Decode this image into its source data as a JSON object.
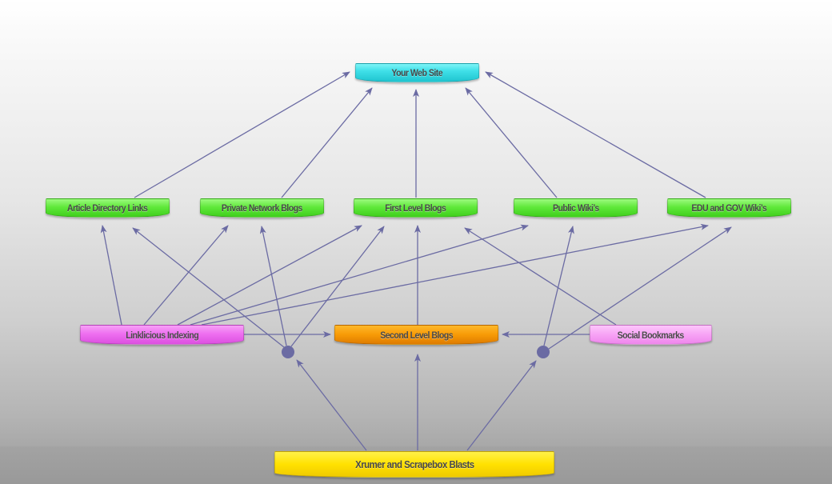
{
  "diagram": {
    "nodes": {
      "website": {
        "label": "Your Web Site",
        "color": "#3fe0e8"
      },
      "article_directory": {
        "label": "Article Directory Links",
        "color": "#5fe83a"
      },
      "private_network": {
        "label": "Private Network Blogs",
        "color": "#5fe83a"
      },
      "first_level": {
        "label": "First Level Blogs",
        "color": "#5fe83a"
      },
      "public_wikis": {
        "label": "Public Wiki’s",
        "color": "#5fe83a"
      },
      "edu_gov_wikis": {
        "label": "EDU and GOV Wiki’s",
        "color": "#5fe83a"
      },
      "linklicious": {
        "label": "Linklicious Indexing",
        "color": "#ee6ff0"
      },
      "second_level": {
        "label": "Second Level Blogs",
        "color": "#f79a06"
      },
      "social_bookmarks": {
        "label": "Social Bookmarks",
        "color": "#f7a2f5"
      },
      "xrumer": {
        "label": "Xrumer and Scrapebox Blasts",
        "color": "#ffe100"
      }
    },
    "junctions": [
      "junction-left",
      "junction-right"
    ],
    "edges": [
      {
        "from": "article_directory",
        "to": "website"
      },
      {
        "from": "private_network",
        "to": "website"
      },
      {
        "from": "first_level",
        "to": "website"
      },
      {
        "from": "public_wikis",
        "to": "website"
      },
      {
        "from": "edu_gov_wikis",
        "to": "website"
      },
      {
        "from": "linklicious",
        "to": "article_directory"
      },
      {
        "from": "linklicious",
        "to": "private_network"
      },
      {
        "from": "linklicious",
        "to": "first_level"
      },
      {
        "from": "linklicious",
        "to": "public_wikis"
      },
      {
        "from": "linklicious",
        "to": "edu_gov_wikis"
      },
      {
        "from": "linklicious",
        "to": "second_level"
      },
      {
        "from": "junction-left",
        "to": "article_directory"
      },
      {
        "from": "junction-left",
        "to": "private_network"
      },
      {
        "from": "junction-left",
        "to": "first_level"
      },
      {
        "from": "second_level",
        "to": "first_level"
      },
      {
        "from": "social_bookmarks",
        "to": "second_level"
      },
      {
        "from": "social_bookmarks",
        "to": "first_level"
      },
      {
        "from": "junction-right",
        "to": "public_wikis"
      },
      {
        "from": "junction-right",
        "to": "edu_gov_wikis"
      },
      {
        "from": "xrumer",
        "to": "junction-left"
      },
      {
        "from": "xrumer",
        "to": "second_level"
      },
      {
        "from": "xrumer",
        "to": "junction-right"
      }
    ],
    "edge_color": "#6b6ba3"
  }
}
